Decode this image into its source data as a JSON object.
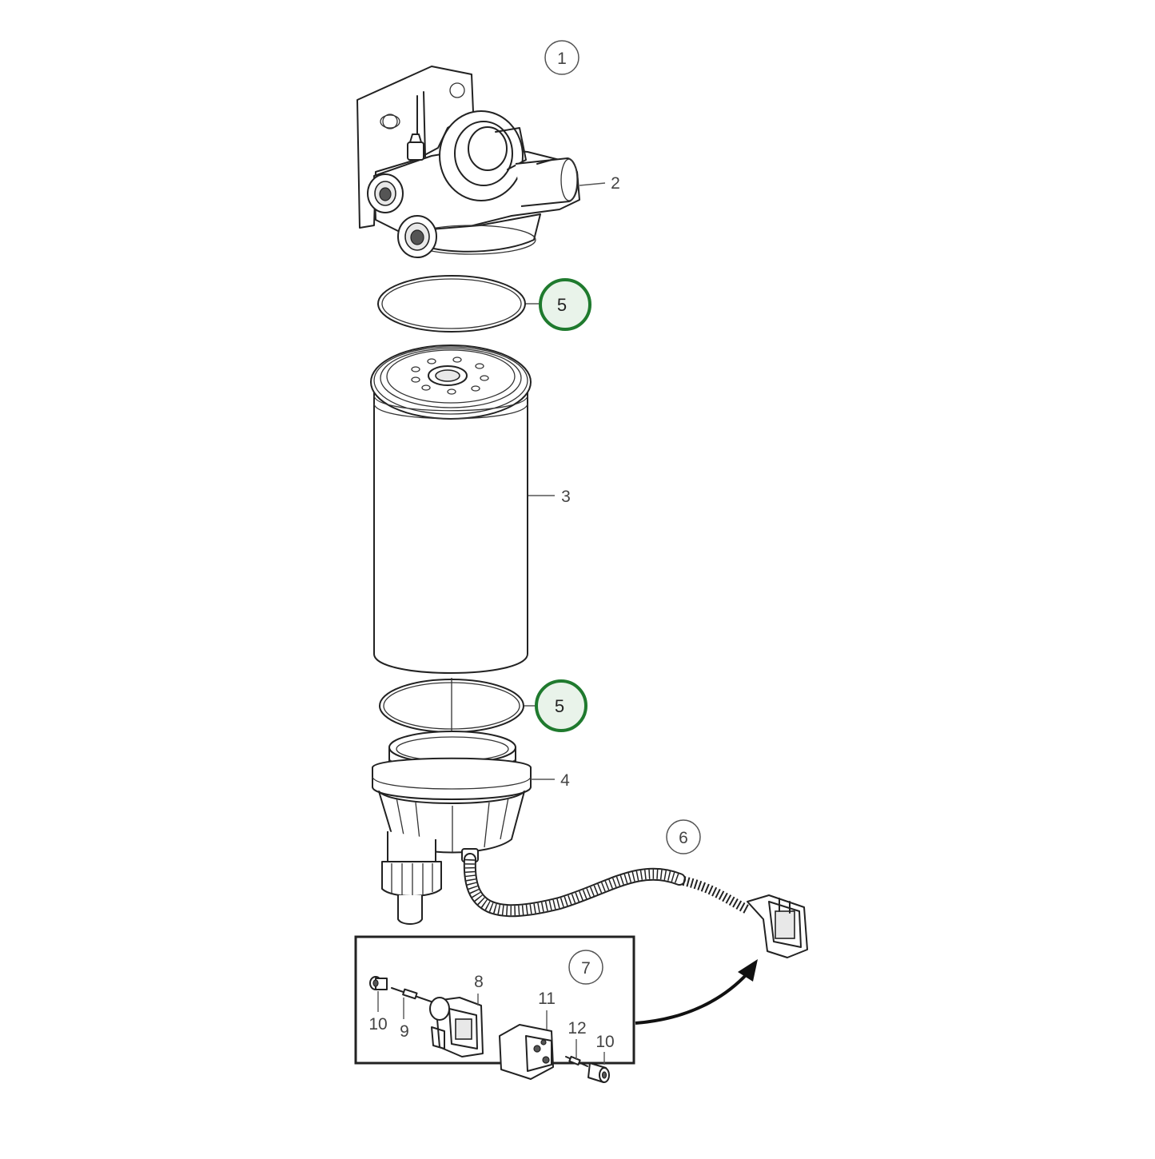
{
  "diagram": {
    "callouts": {
      "c1": "1",
      "c2": "2",
      "c3": "3",
      "c4": "4",
      "c5_top": "5",
      "c5_bottom": "5",
      "c6": "6",
      "c7": "7",
      "c8": "8",
      "c9": "9",
      "c10_left": "10",
      "c10_right": "10",
      "c11": "11",
      "c12": "12"
    },
    "colors": {
      "highlight_stroke": "#1f7a2e",
      "highlight_fill": "#e9f3ea",
      "line": "#222222"
    }
  }
}
